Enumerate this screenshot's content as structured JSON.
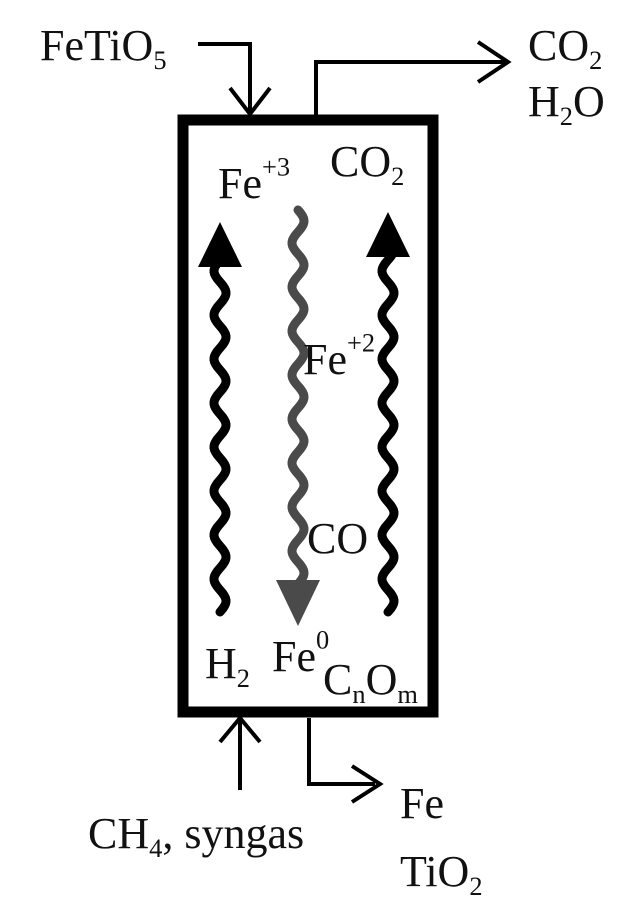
{
  "inputs": {
    "top": {
      "main": "FeTiO",
      "sub": "5"
    },
    "bottom": {
      "pre": "CH",
      "sub": "4",
      "post": ", syngas"
    }
  },
  "outputs": {
    "top": [
      {
        "main": "CO",
        "sub": "2"
      },
      {
        "main": "H",
        "sub": "2",
        "post": "O"
      }
    ],
    "bottom": [
      {
        "main": "Fe"
      },
      {
        "main": "TiO",
        "sub": "2"
      }
    ]
  },
  "reactor": {
    "fe3": {
      "main": "Fe",
      "sup": "+3"
    },
    "co2": {
      "main": "CO",
      "sub": "2"
    },
    "fe2": {
      "main": "Fe",
      "sup": "+2"
    },
    "co": {
      "main": "CO"
    },
    "h2": {
      "main": "H",
      "sub": "2"
    },
    "fe0": {
      "main": "Fe",
      "sup": "0"
    },
    "cnom": {
      "c": "C",
      "n": "n",
      "o": "O",
      "m": "m"
    }
  },
  "colors": {
    "line": "#000000",
    "solid_arrow": "#4a4a4a",
    "gas_arrow": "#000000"
  }
}
